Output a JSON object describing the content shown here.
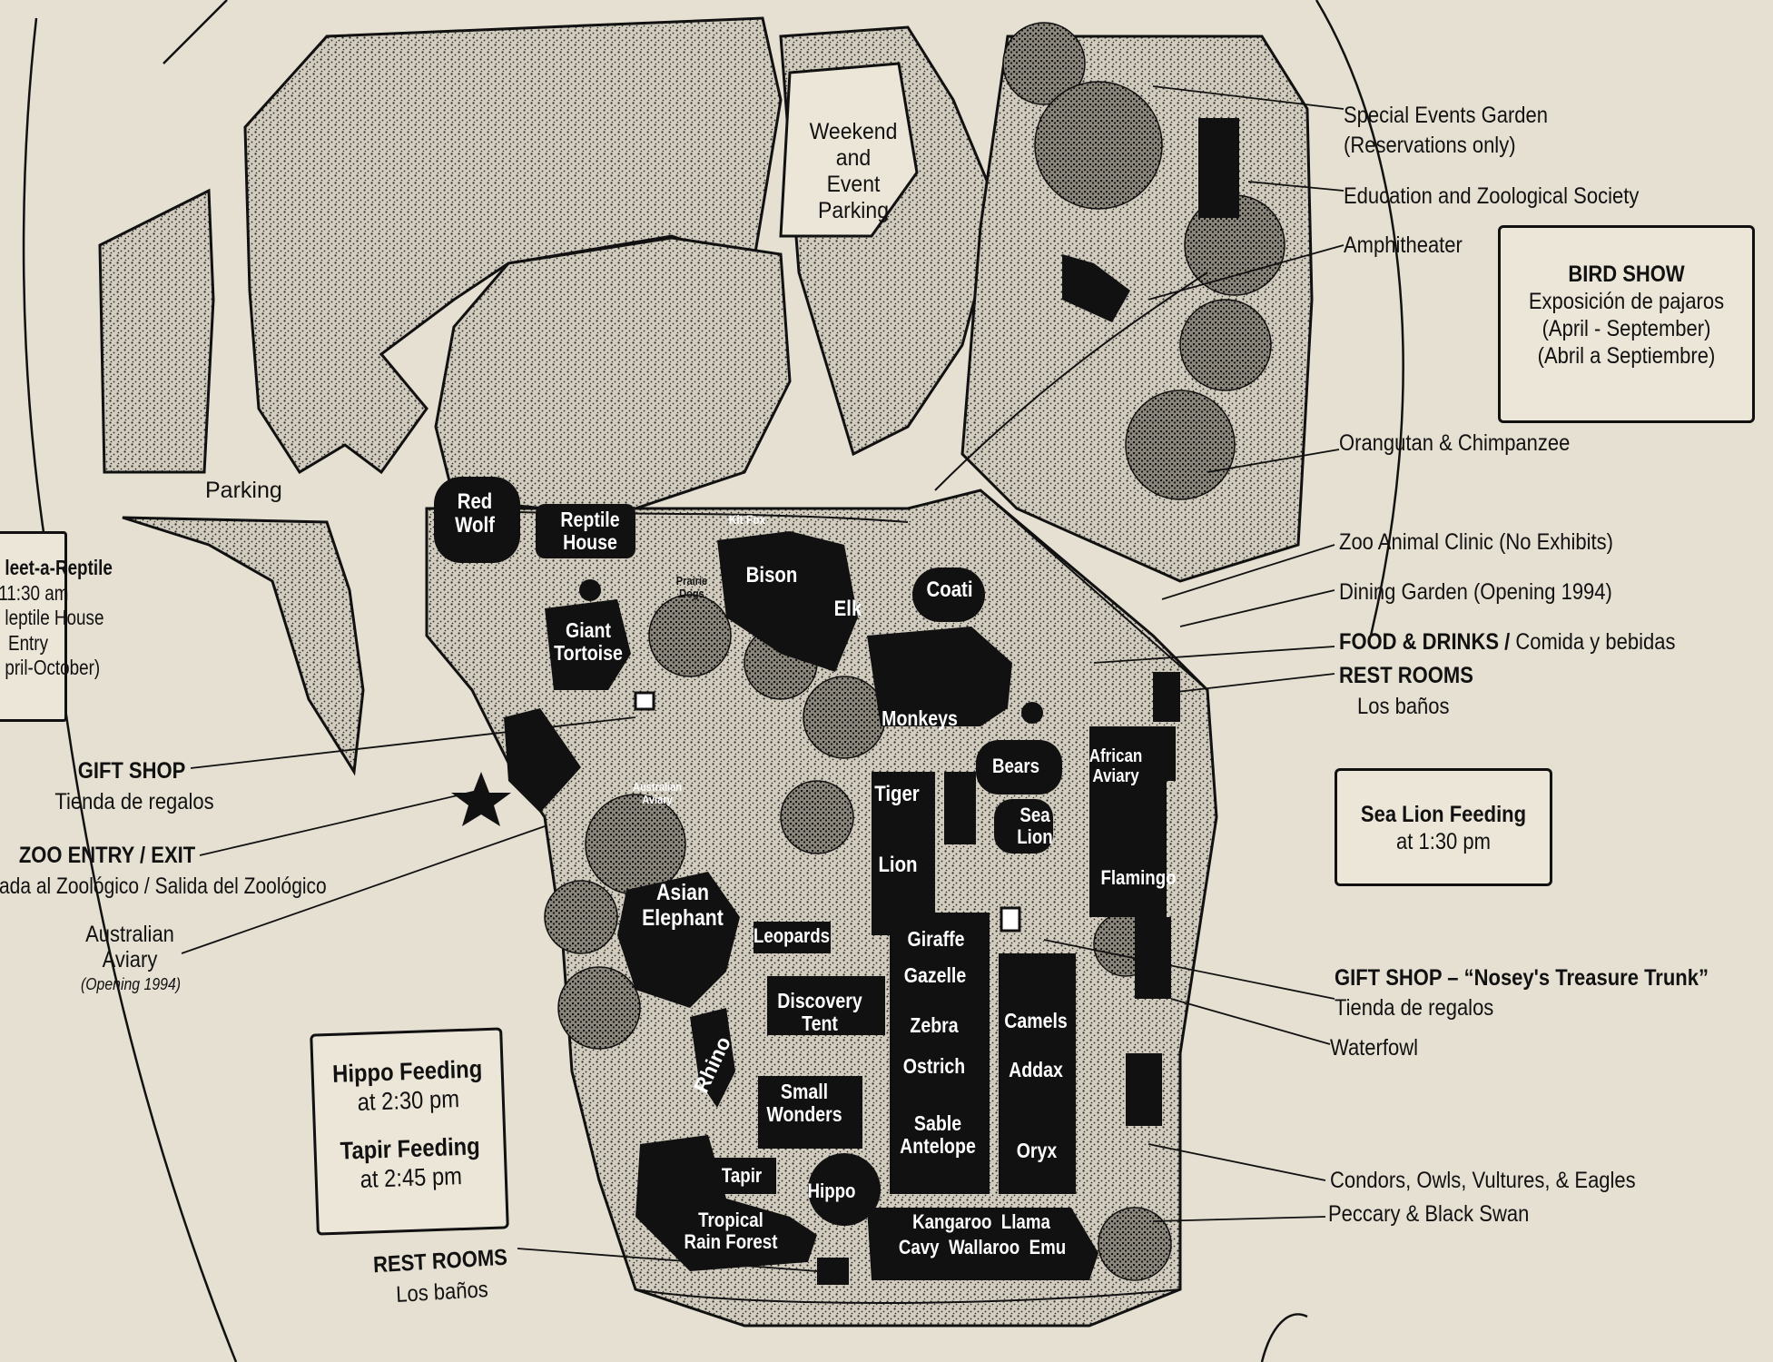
{
  "callouts": {
    "special_events": "Special Events Garden",
    "special_events_sub": "(Reservations only)",
    "education": "Education and Zoological Society",
    "amphitheater": "Amphitheater",
    "orangutan": "Orangutan & Chimpanzee",
    "clinic": "Zoo Animal Clinic (No Exhibits)",
    "dining": "Dining Garden (Opening 1994)",
    "food_bold": "FOOD & DRINKS /",
    "food_rest": " Comida y bebidas",
    "restrooms_right": "REST ROOMS",
    "restrooms_right_sub": "Los baños",
    "gift_shop_right": "GIFT SHOP – “Nosey's Treasure Trunk”",
    "gift_shop_right_sub": "Tienda de regalos",
    "waterfowl": "Waterfowl",
    "condors": "Condors, Owls, Vultures, & Eagles",
    "peccary": "Peccary & Black Swan",
    "gift_shop_left": "GIFT SHOP",
    "gift_shop_left_sub": "Tienda de regalos",
    "zoo_entry": "ZOO ENTRY / EXIT",
    "zoo_entry_sub": "rada al Zoológico / Salida del Zoológico",
    "aust_aviary_1": "Australian",
    "aust_aviary_2": "Aviary",
    "aust_aviary_3": "(Opening 1994)",
    "restrooms_left": "REST ROOMS",
    "restrooms_left_sub": "Los baños"
  },
  "boxes": {
    "bird_show": {
      "title": "BIRD SHOW",
      "line1": "Exposición de pajaros",
      "line2": "(April - September)",
      "line3": "(Abril a Septiembre)"
    },
    "sea_lion": {
      "title": "Sea Lion Feeding",
      "line1": "at 1:30 pm"
    },
    "hippo": {
      "title1": "Hippo Feeding",
      "line1": "at 2:30 pm",
      "title2": "Tapir Feeding",
      "line2": "at 2:45 pm"
    },
    "reptile": {
      "title": "leet-a-Reptile",
      "line1": "11:30 am",
      "line2": "leptile House",
      "line3": "Entry",
      "line4": "pril-October)"
    }
  },
  "areas": {
    "parking": "Parking",
    "weekend": [
      "Weekend",
      "and",
      "Event",
      "Parking"
    ]
  },
  "exhibits": {
    "red_wolf": [
      "Red",
      "Wolf"
    ],
    "reptile_house": [
      "Reptile",
      "House"
    ],
    "kit_fox": "Kit Fox",
    "prairie_dogs": [
      "Prairie",
      "Dogs"
    ],
    "bison": "Bison",
    "elk": "Elk",
    "coati": "Coati",
    "giant_tortoise": [
      "Giant",
      "Tortoise"
    ],
    "monkeys": "Monkeys",
    "australian_aviary": [
      "Australian",
      "Aviary"
    ],
    "bears": "Bears",
    "tiger": "Tiger",
    "lion": "Lion",
    "sea_lion": [
      "Sea",
      "Lion"
    ],
    "african_aviary": [
      "African",
      "Aviary"
    ],
    "flamingo": "Flamingo",
    "asian_elephant": [
      "Asian",
      "Elephant"
    ],
    "leopards": "Leopards",
    "giraffe": "Giraffe",
    "gazelle": "Gazelle",
    "discovery_tent": [
      "Discovery",
      "Tent"
    ],
    "zebra": "Zebra",
    "camels": "Camels",
    "ostrich": "Ostrich",
    "addax": "Addax",
    "rhino": "Rhino",
    "small_wonders": [
      "Small",
      "Wonders"
    ],
    "sable_antelope": [
      "Sable",
      "Antelope"
    ],
    "oryx": "Oryx",
    "tapir": "Tapir",
    "hippo": "Hippo",
    "tropical_rain_forest": [
      "Tropical",
      "Rain Forest"
    ],
    "kangaroo_row": "Kangaroo  Llama",
    "cavy_row": "Cavy  Wallaroo  Emu"
  },
  "colors": {
    "paper": "#e6e0d2",
    "ink": "#111111",
    "stipple": "#b9b3a6"
  }
}
